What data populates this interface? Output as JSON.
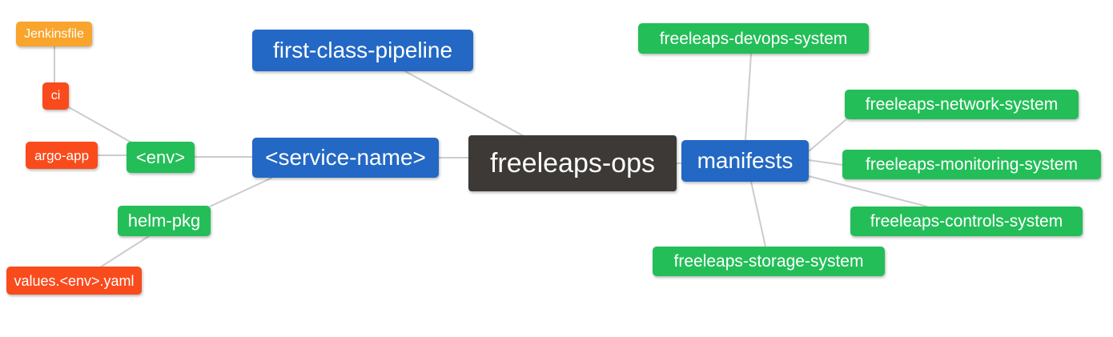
{
  "palette": {
    "node-blue": "#2368c4",
    "node-green": "#23be58",
    "node-orange": "#f9a42c",
    "node-red": "#f94b1c",
    "node-dark": "#3d3936",
    "edge": "#cccccc",
    "text": "#ffffff",
    "background": "#ffffff"
  },
  "diagram": {
    "root": {
      "label": "freeleaps-ops"
    },
    "nodes": {
      "jenkinsfile": {
        "label": "Jenkinsfile"
      },
      "ci": {
        "label": "ci"
      },
      "argo_app": {
        "label": "argo-app"
      },
      "env": {
        "label": "<env>"
      },
      "helm_pkg": {
        "label": "helm-pkg"
      },
      "values_yaml": {
        "label": "values.<env>.yaml"
      },
      "first_class_pipeline": {
        "label": "first-class-pipeline"
      },
      "service_name": {
        "label": "<service-name>"
      },
      "manifests": {
        "label": "manifests"
      },
      "devops_system": {
        "label": "freeleaps-devops-system"
      },
      "network_system": {
        "label": "freeleaps-network-system"
      },
      "monitoring_system": {
        "label": "freeleaps-monitoring-system"
      },
      "controls_system": {
        "label": "freeleaps-controls-system"
      },
      "storage_system": {
        "label": "freeleaps-storage-system"
      }
    },
    "edges": [
      [
        "jenkinsfile",
        "ci"
      ],
      [
        "ci",
        "env"
      ],
      [
        "argo_app",
        "env"
      ],
      [
        "env",
        "service_name"
      ],
      [
        "service_name",
        "helm_pkg"
      ],
      [
        "helm_pkg",
        "values_yaml"
      ],
      [
        "first_class_pipeline",
        "freeleaps-ops"
      ],
      [
        "service_name",
        "freeleaps-ops"
      ],
      [
        "freeleaps-ops",
        "manifests"
      ],
      [
        "manifests",
        "devops_system"
      ],
      [
        "manifests",
        "network_system"
      ],
      [
        "manifests",
        "monitoring_system"
      ],
      [
        "manifests",
        "controls_system"
      ],
      [
        "manifests",
        "storage_system"
      ]
    ]
  }
}
